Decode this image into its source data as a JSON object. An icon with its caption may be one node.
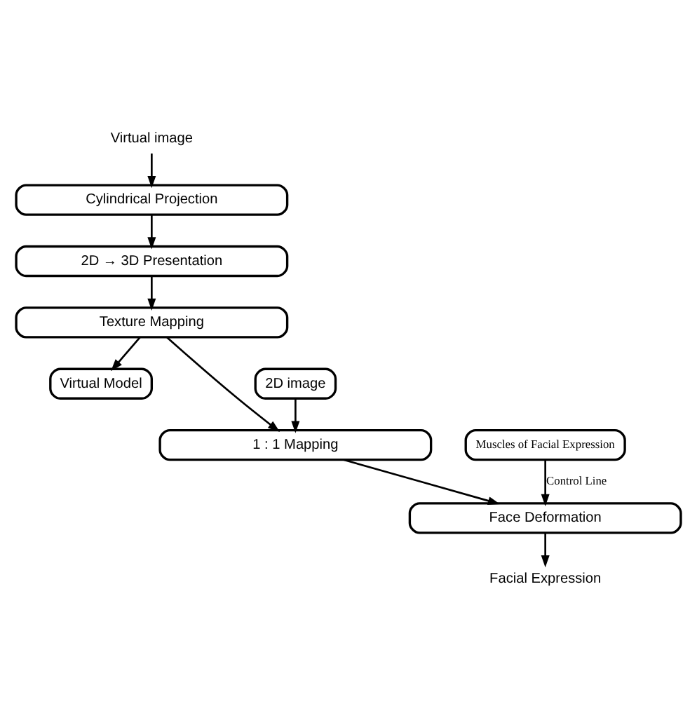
{
  "diagram": {
    "nodes": [
      {
        "text": [
          "Virtual image"
        ]
      },
      {
        "text": [
          "Cylindrical Projection"
        ]
      },
      {
        "text": [
          "2D → 3D Presentation"
        ]
      },
      {
        "text": [
          "Texture Mapping"
        ]
      },
      {
        "text": [
          "Virtual Model"
        ]
      },
      {
        "text": [
          "2D image"
        ]
      },
      {
        "text": [
          "1 : 1 Mapping"
        ]
      },
      {
        "text": [
          "Muscles of Facial Expression"
        ]
      },
      {
        "text": [
          "Face Deformation"
        ]
      },
      {
        "text": [
          "Facial Expression"
        ]
      }
    ],
    "edges": [
      {
        "from": 0,
        "to": 1,
        "arrow": "to"
      },
      {
        "from": 1,
        "to": 2,
        "arrow": "to"
      },
      {
        "from": 2,
        "to": 3,
        "arrow": "to"
      },
      {
        "from": 3,
        "to": 4,
        "arrow": "to"
      },
      {
        "from": 3,
        "to": 6,
        "arrow": "to"
      },
      {
        "from": 5,
        "to": 6,
        "arrow": "to"
      },
      {
        "from": 6,
        "to": 8,
        "arrow": "to"
      },
      {
        "from": 7,
        "to": 8,
        "label": "Control Line",
        "arrow": "to"
      },
      {
        "from": 8,
        "to": 9,
        "arrow": "to"
      }
    ]
  }
}
